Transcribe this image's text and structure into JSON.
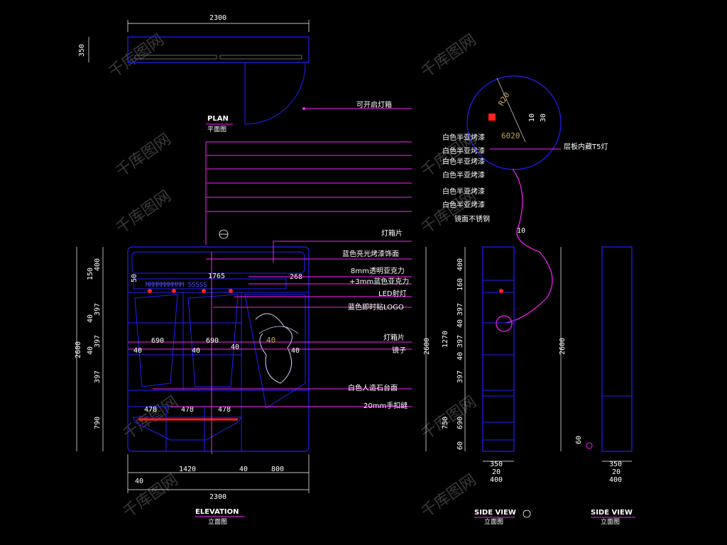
{
  "colors": {
    "background": "#000000",
    "outline": "#2020ff",
    "leader": "#ff20ff",
    "dimension": "#ffffff",
    "accent_red": "#ff2020",
    "watermark": "#3a3a3a"
  },
  "views": {
    "plan": {
      "title": "PLAN",
      "subtitle": "平面图",
      "width": "2300",
      "depth": "350"
    },
    "elevation": {
      "title": "ELEVATION",
      "subtitle": "立面图",
      "overall_width": "2300",
      "overall_height": "2600",
      "top_dims": [
        "1765",
        "268"
      ],
      "left_top": [
        "400",
        "150",
        "50"
      ],
      "left_dims": [
        "397",
        "40",
        "397",
        "40",
        "397",
        "790"
      ],
      "mid_dims": [
        "690",
        "690",
        "40",
        "40",
        "40",
        "40",
        "40"
      ],
      "drawer_dims": [
        "478",
        "478",
        "478"
      ],
      "bottom_dims": [
        "1420",
        "40",
        "800",
        "40"
      ]
    },
    "side1": {
      "title": "SIDE VIEW",
      "subtitle": "立面图",
      "dims_left": [
        "400",
        "160",
        "397",
        "40",
        "397",
        "40",
        "397",
        "690",
        "60"
      ],
      "outer_height": "2600",
      "inner_height": "1270",
      "lower_height": "750",
      "bottom_dims": [
        "350",
        "20",
        "400"
      ],
      "marker": "10"
    },
    "side2": {
      "title": "SIDE VIEW",
      "subtitle": "立面图",
      "height": "2600",
      "base": "60",
      "bottom_dims": [
        "350",
        "20",
        "400"
      ]
    }
  },
  "detail": {
    "radius": "R20",
    "dims": [
      "10",
      "30"
    ],
    "size": "6020",
    "label": "层板内藏T5灯"
  },
  "annotations": {
    "right_column": [
      "可开启灯箱",
      "灯箱片",
      "蓝色亮光烤漆饰面",
      "8mm透明亚克力",
      "+3mm蓝色亚克力",
      "LED射灯",
      "蓝色即时贴LOGO",
      "灯箱片",
      "镜子",
      "白色人造石台面",
      "20mm手扣缝"
    ],
    "paint_column": [
      "白色半亚烤漆",
      "白色半亚烤漆",
      "白色半亚烤漆",
      "白色半亚烤漆",
      "白色半亚烤漆",
      "白色半亚烤漆",
      "镜面不锈钢"
    ]
  },
  "icons": [
    "section-marker-icon",
    "watermark-logo-icon"
  ]
}
